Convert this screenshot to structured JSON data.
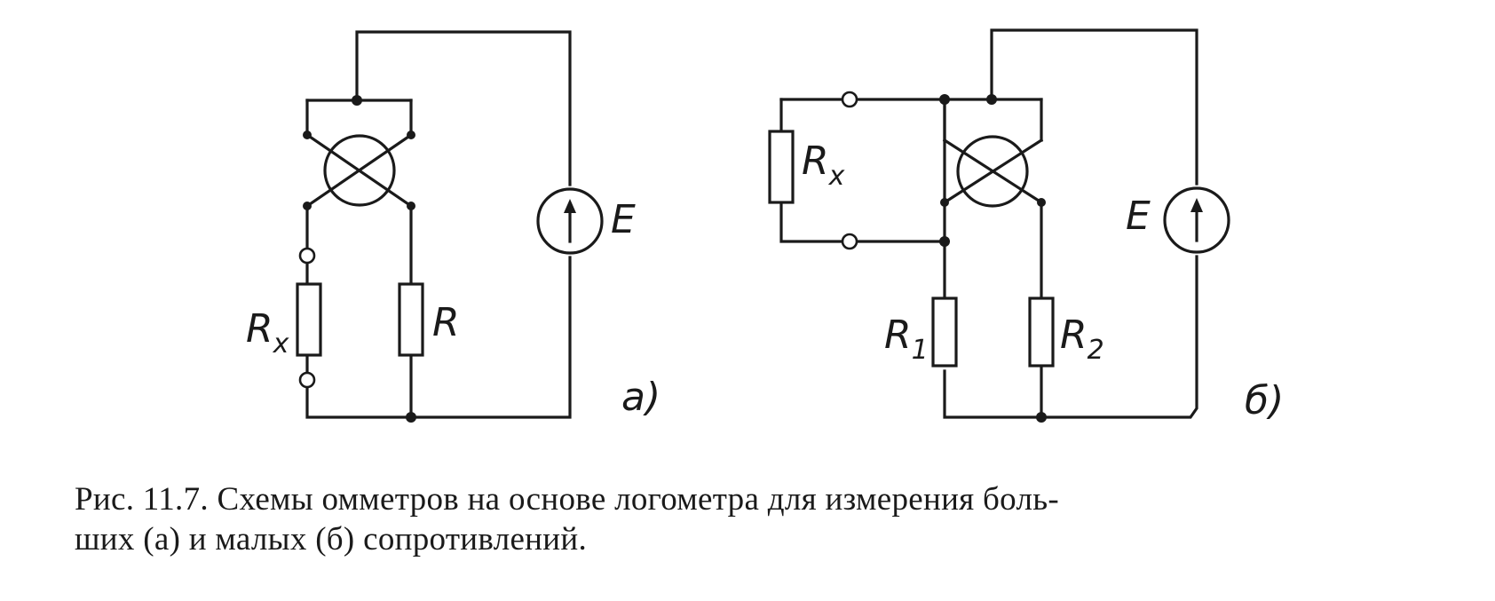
{
  "circuit_a": {
    "rx_label": "R",
    "rx_sub": "x",
    "r_label": "R",
    "source_label": "E",
    "panel_label": "a)"
  },
  "circuit_b": {
    "rx_label": "R",
    "rx_sub": "x",
    "r1_label": "R",
    "r1_sub": "1",
    "r2_label": "R",
    "r2_sub": "2",
    "source_label": "E",
    "panel_label": "б)"
  },
  "caption": {
    "line1": "Рис. 11.7. Схемы омметров на основе логометра для измерения боль-",
    "line2": "ших (а) и малых (б) сопротивлений."
  }
}
